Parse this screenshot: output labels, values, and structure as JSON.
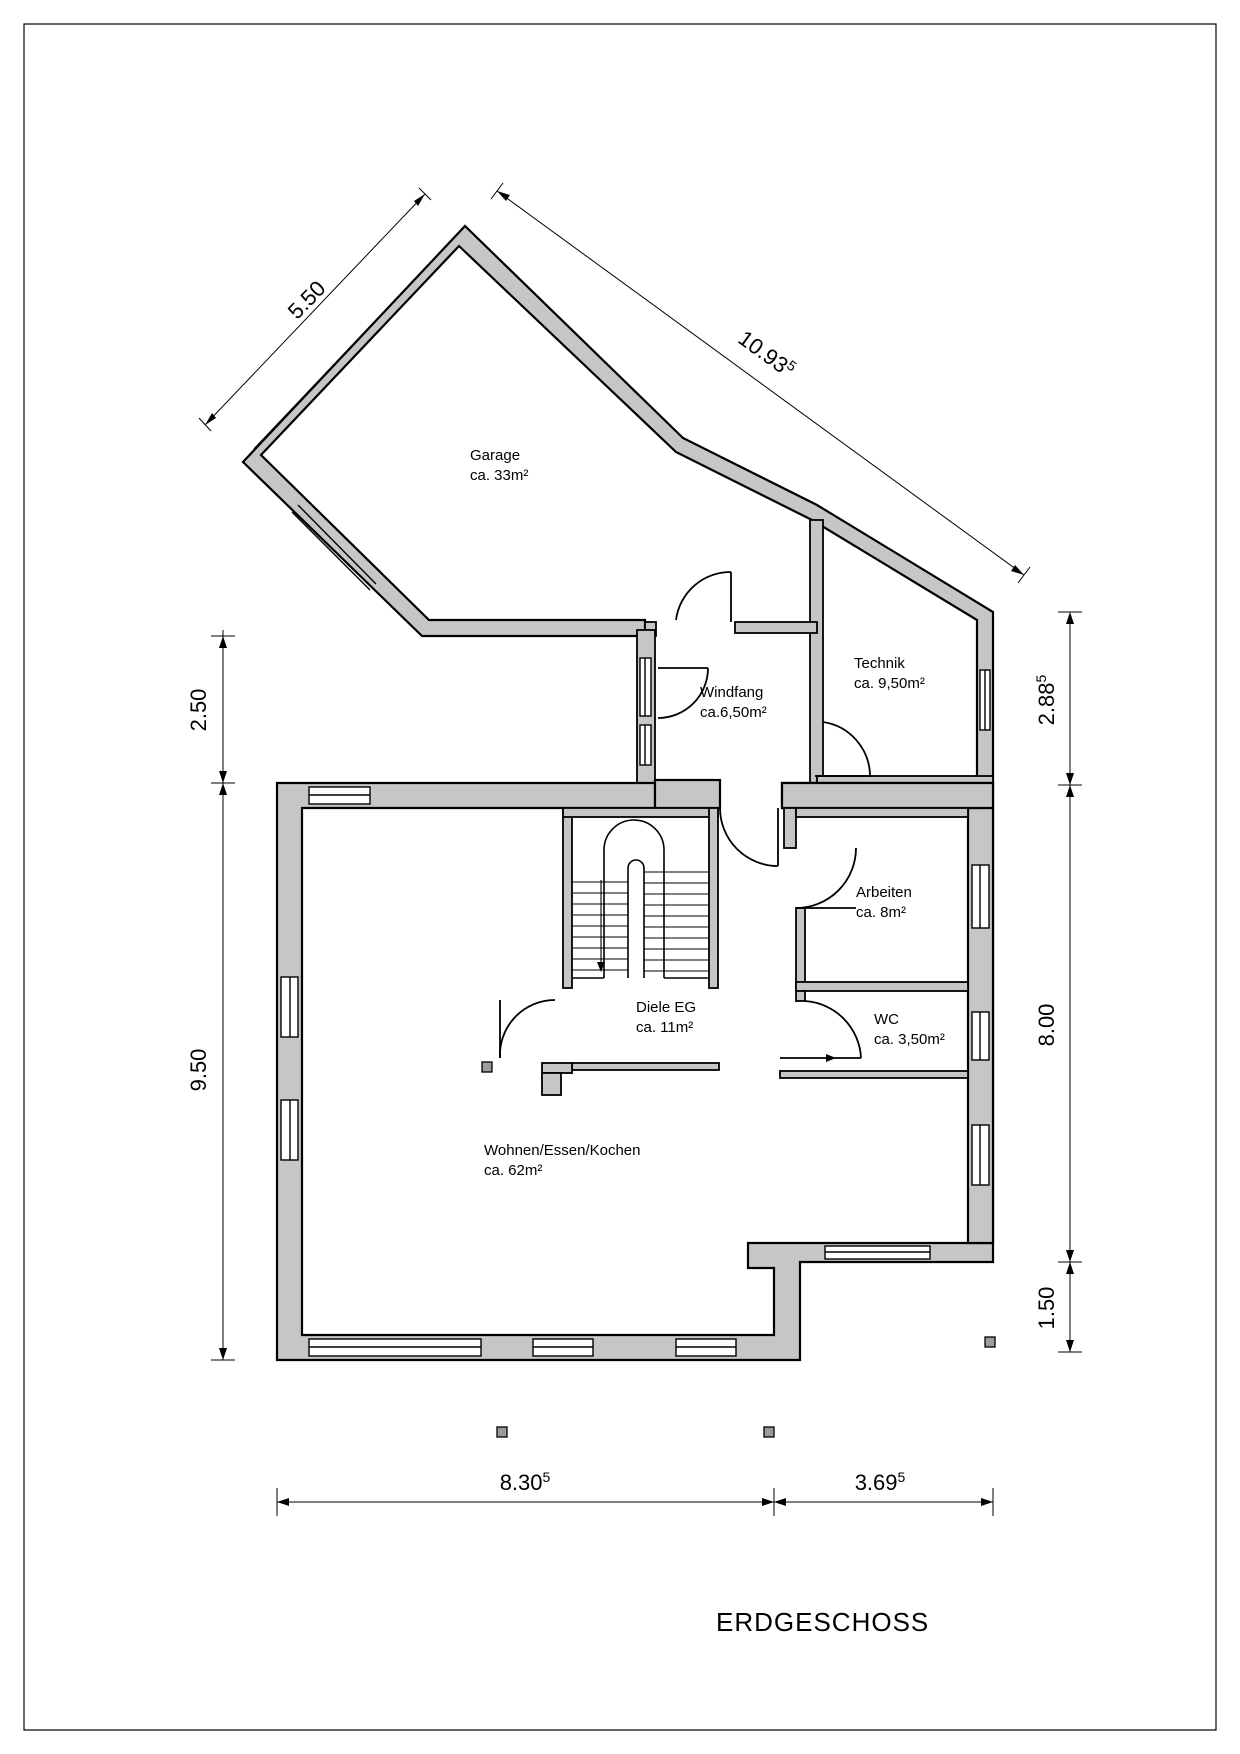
{
  "drawing_title": "ERDGESCHOSS",
  "rooms": {
    "garage": {
      "name": "Garage",
      "area": "ca. 33m²"
    },
    "technik": {
      "name": "Technik",
      "area": "ca. 9,50m²"
    },
    "windfang": {
      "name": "Windfang",
      "area": "ca.6,50m²"
    },
    "arbeiten": {
      "name": "Arbeiten",
      "area": "ca. 8m²"
    },
    "diele": {
      "name": "Diele EG",
      "area": "ca. 11m²"
    },
    "wc": {
      "name": "WC",
      "area": "ca. 3,50m²"
    },
    "wohnen": {
      "name": "Wohnen/Essen/Kochen",
      "area": "ca. 62m²"
    }
  },
  "dimensions": {
    "garage_front": "5.50",
    "garage_side": "10.93",
    "garage_side_sup": "5",
    "left_upper": "2.50",
    "left_main": "9.50",
    "right_upper": "2.88",
    "right_upper_sup": "5",
    "right_middle": "8.00",
    "right_lower": "1.50",
    "bottom_left": "8.30",
    "bottom_left_sup": "5",
    "bottom_right": "3.69",
    "bottom_right_sup": "5"
  },
  "colors": {
    "wall_fill": "#c6c6c6",
    "line": "#000000",
    "background": "#ffffff"
  }
}
